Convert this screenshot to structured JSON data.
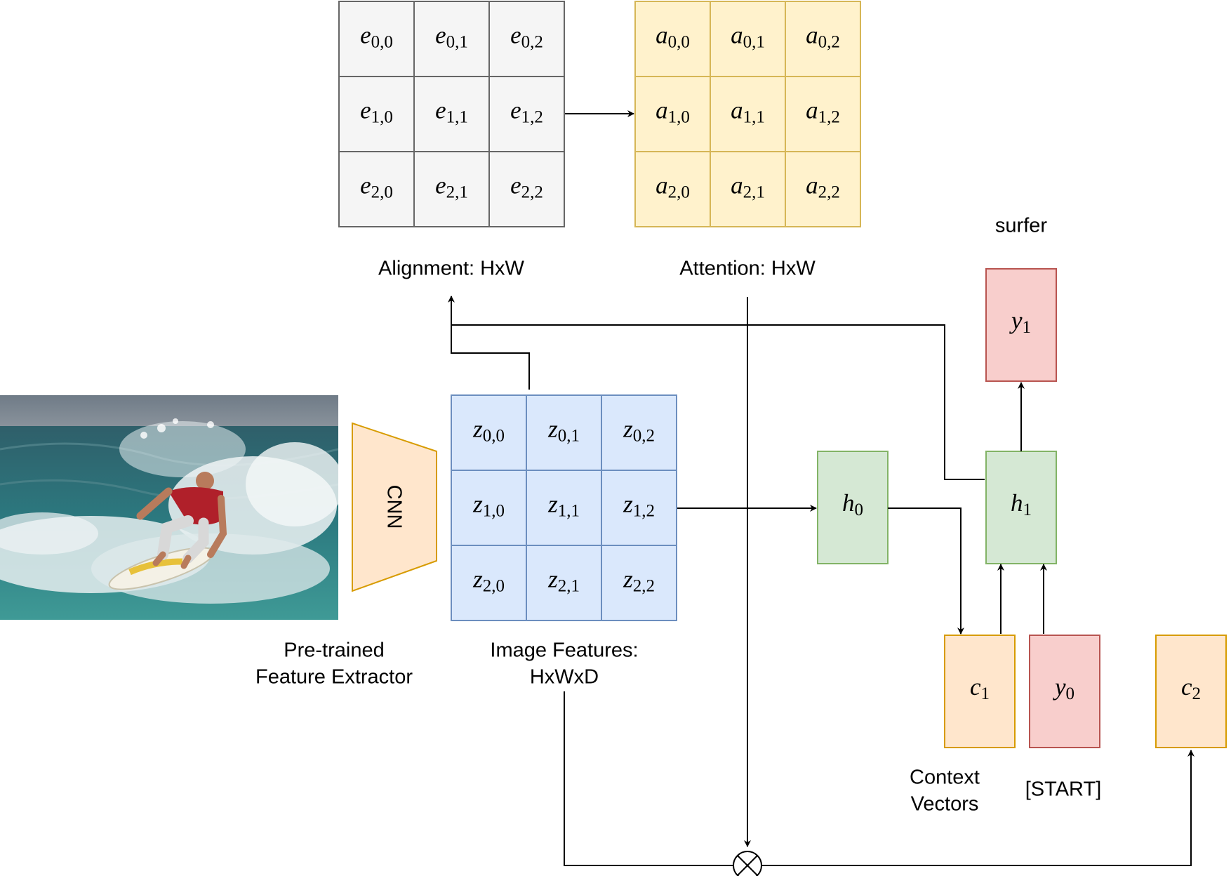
{
  "alignment_grid": {
    "label": "Alignment: HxW",
    "cells": [
      [
        {
          "base": "e",
          "sub": "0,0"
        },
        {
          "base": "e",
          "sub": "0,1"
        },
        {
          "base": "e",
          "sub": "0,2"
        }
      ],
      [
        {
          "base": "e",
          "sub": "1,0"
        },
        {
          "base": "e",
          "sub": "1,1"
        },
        {
          "base": "e",
          "sub": "1,2"
        }
      ],
      [
        {
          "base": "e",
          "sub": "2,0"
        },
        {
          "base": "e",
          "sub": "2,1"
        },
        {
          "base": "e",
          "sub": "2,2"
        }
      ]
    ],
    "fill": "#f5f5f5",
    "stroke": "#666666"
  },
  "attention_grid": {
    "label": "Attention: HxW",
    "cells": [
      [
        {
          "base": "a",
          "sub": "0,0"
        },
        {
          "base": "a",
          "sub": "0,1"
        },
        {
          "base": "a",
          "sub": "0,2"
        }
      ],
      [
        {
          "base": "a",
          "sub": "1,0"
        },
        {
          "base": "a",
          "sub": "1,1"
        },
        {
          "base": "a",
          "sub": "1,2"
        }
      ],
      [
        {
          "base": "a",
          "sub": "2,0"
        },
        {
          "base": "a",
          "sub": "2,1"
        },
        {
          "base": "a",
          "sub": "2,2"
        }
      ]
    ],
    "fill": "#fff2cc",
    "stroke": "#d6b656"
  },
  "feature_grid": {
    "label_line1": "Image Features:",
    "label_line2": "HxWxD",
    "cells": [
      [
        {
          "base": "z",
          "sub": "0,0"
        },
        {
          "base": "z",
          "sub": "0,1"
        },
        {
          "base": "z",
          "sub": "0,2"
        }
      ],
      [
        {
          "base": "z",
          "sub": "1,0"
        },
        {
          "base": "z",
          "sub": "1,1"
        },
        {
          "base": "z",
          "sub": "1,2"
        }
      ],
      [
        {
          "base": "z",
          "sub": "2,0"
        },
        {
          "base": "z",
          "sub": "2,1"
        },
        {
          "base": "z",
          "sub": "2,2"
        }
      ]
    ],
    "fill": "#dae8fc",
    "stroke": "#6c8ebf"
  },
  "extractor": {
    "block_label": "CNN",
    "label_line1": "Pre-trained",
    "label_line2": "Feature Extractor",
    "fill": "#ffe6cc",
    "stroke": "#d79b00"
  },
  "photo": {
    "description_icon": "surfer-photo"
  },
  "states": {
    "h0": {
      "base": "h",
      "sub": "0"
    },
    "h1": {
      "base": "h",
      "sub": "1"
    },
    "fill": "#d5e8d4",
    "stroke": "#82b366"
  },
  "contexts": {
    "c1": {
      "base": "c",
      "sub": "1"
    },
    "c2": {
      "base": "c",
      "sub": "2"
    },
    "label_line1": "Context",
    "label_line2": "Vectors",
    "fill": "#ffe6cc",
    "stroke": "#d79b00"
  },
  "outputs": {
    "y0": {
      "base": "y",
      "sub": "0"
    },
    "y1": {
      "base": "y",
      "sub": "1"
    },
    "y0_label": "[START]",
    "y1_label": "surfer",
    "fill": "#f8cecc",
    "stroke": "#b85450"
  },
  "multiply_icon": "circled-times-icon"
}
